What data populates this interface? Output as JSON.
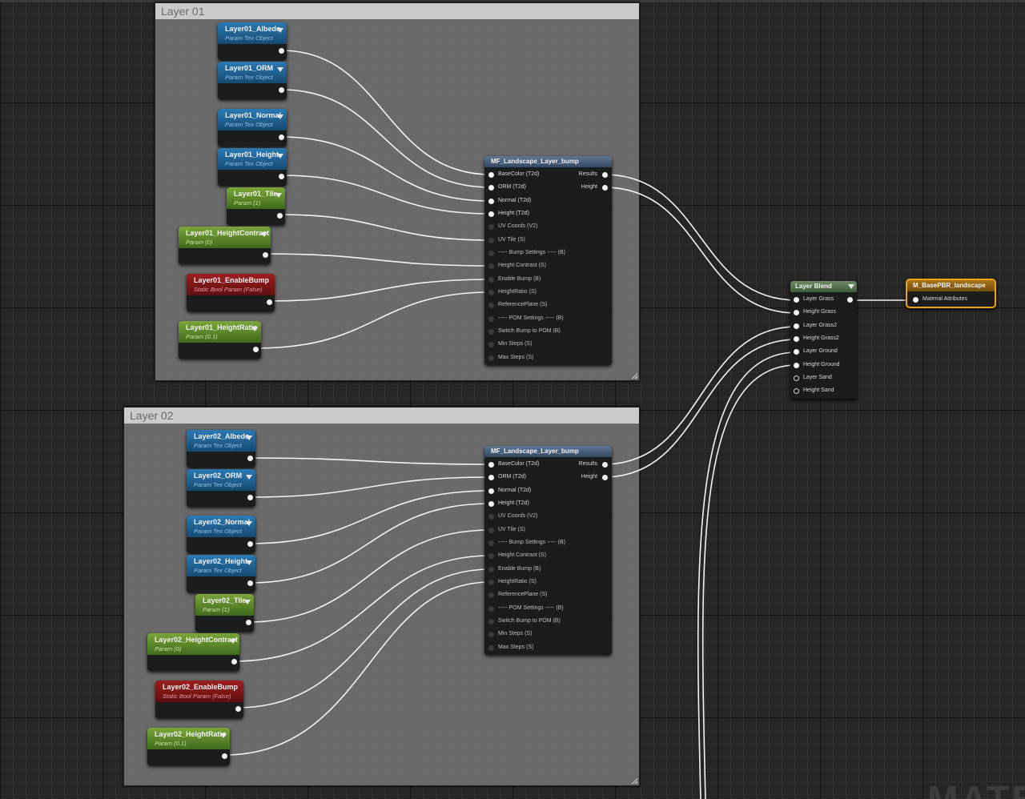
{
  "comments": {
    "layer01": "Layer 01",
    "layer02": "Layer 02"
  },
  "layer01_params": [
    {
      "name": "Layer01_Albedo",
      "sub": "Param Tex Object"
    },
    {
      "name": "Layer01_ORM",
      "sub": "Param Tex Object"
    },
    {
      "name": "Layer01_Normal",
      "sub": "Param Tex Object"
    },
    {
      "name": "Layer01_Height",
      "sub": "Param Tex Object"
    },
    {
      "name": "Layer01_Tile",
      "sub": "Param (1)"
    },
    {
      "name": "Layer01_HeightContrast",
      "sub": "Param (0)"
    },
    {
      "name": "Layer01_EnableBump",
      "sub": "Static Bool Param (False)"
    },
    {
      "name": "Layer01_HeightRatio",
      "sub": "Param (0.1)"
    }
  ],
  "layer02_params": [
    {
      "name": "Layer02_Albedo",
      "sub": "Param Tex Object"
    },
    {
      "name": "Layer02_ORM",
      "sub": "Param Tex Object"
    },
    {
      "name": "Layer02_Normal",
      "sub": "Param Tex Object"
    },
    {
      "name": "Layer02_Height",
      "sub": "Param Tex Object"
    },
    {
      "name": "Layer02_Tile",
      "sub": "Param (1)"
    },
    {
      "name": "Layer02_HeightContrast",
      "sub": "Param (0)"
    },
    {
      "name": "Layer02_EnableBump",
      "sub": "Static Bool Param (False)"
    },
    {
      "name": "Layer02_HeightRatio",
      "sub": "Param (0.1)"
    }
  ],
  "material_function": {
    "title": "MF_Landscape_Layer_bump",
    "inputs": [
      "BaseColor (T2d)",
      "ORM (T2d)",
      "Normal (T2d)",
      "Height (T2d)",
      "UV Coords (V2)",
      "UV Tile (S)",
      "----- Bump Settings ----- (B)",
      "Height Contrast (S)",
      "Enable Bump (B)",
      "HeightRatio (S)",
      "ReferencePlane (S)",
      "----- POM Settings ----- (B)",
      "Switch Bump to POM (B)",
      "Min Steps (S)",
      "Max Steps (S)"
    ],
    "outputs": [
      "Results",
      "Height"
    ]
  },
  "layer_blend": {
    "title": "Layer Blend",
    "inputs": [
      "Layer Grass",
      "Height Grass",
      "Layer Grass2",
      "Height Grass2",
      "Layer Ground",
      "Height Ground",
      "Layer Sand",
      "Height Sand"
    ]
  },
  "result_node": {
    "title": "M_BasePBR_landscape",
    "input": "Material Attributes"
  },
  "watermark": "MATE",
  "colors": {
    "texture_param": "#1f5f8e",
    "scalar_param": "#5a8a2a",
    "bool_param": "#7c1717",
    "function_header": "#4a627e",
    "result_outline": "#f2a20d",
    "wire": "#f2f2f2"
  }
}
